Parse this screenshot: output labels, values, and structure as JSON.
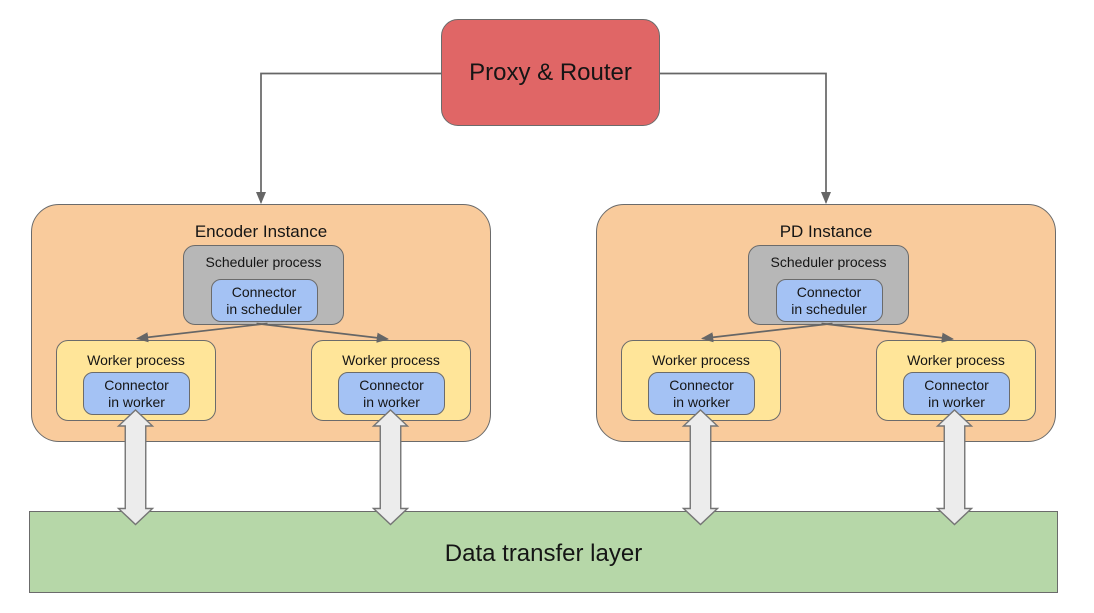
{
  "proxy": {
    "label": "Proxy & Router"
  },
  "instances": [
    {
      "title": "Encoder Instance",
      "scheduler": {
        "label": "Scheduler process",
        "connector_label": "Connector\nin scheduler"
      },
      "workers": [
        {
          "label": "Worker process",
          "connector_label": "Connector\nin worker"
        },
        {
          "label": "Worker process",
          "connector_label": "Connector\nin worker"
        }
      ]
    },
    {
      "title": "PD Instance",
      "scheduler": {
        "label": "Scheduler process",
        "connector_label": "Connector\nin scheduler"
      },
      "workers": [
        {
          "label": "Worker process",
          "connector_label": "Connector\nin worker"
        },
        {
          "label": "Worker process",
          "connector_label": "Connector\nin worker"
        }
      ]
    }
  ],
  "data_layer": {
    "label": "Data transfer layer"
  },
  "colors": {
    "red": "#e06666",
    "orange": "#f9cb9c",
    "yellow": "#ffe599",
    "blue": "#a4c2f4",
    "gray": "#b7b7b7",
    "green": "#b6d7a8",
    "stroke": "#6b6b6b",
    "line": "#666666",
    "fat-arrow-fill": "#ececec",
    "fat-arrow-stroke": "#757575"
  }
}
